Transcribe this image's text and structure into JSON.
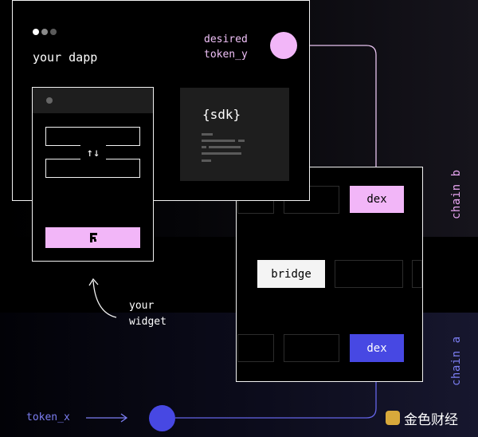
{
  "dapp": {
    "title": "your dapp"
  },
  "desired_label": "desired\ntoken_y",
  "sdk": {
    "label": "{sdk}"
  },
  "widget": {
    "swap_icon": "↑↓",
    "button_logo": "logo-icon",
    "label": "your\nwidget"
  },
  "chain_b": {
    "label": "chain b",
    "dex_label": "dex"
  },
  "chain_a": {
    "label": "chain a",
    "dex_label": "dex"
  },
  "bridge": {
    "label": "bridge"
  },
  "token_x": {
    "label": "token_x"
  },
  "watermark": {
    "text": "金色财经"
  },
  "colors": {
    "pink": "#f2b6f8",
    "blue": "#4748e3",
    "chain_b_text": "#e9a6f3",
    "chain_a_text": "#7c7ef2",
    "line_pink": "#e7c3ef",
    "line_blue": "#6464e6"
  }
}
